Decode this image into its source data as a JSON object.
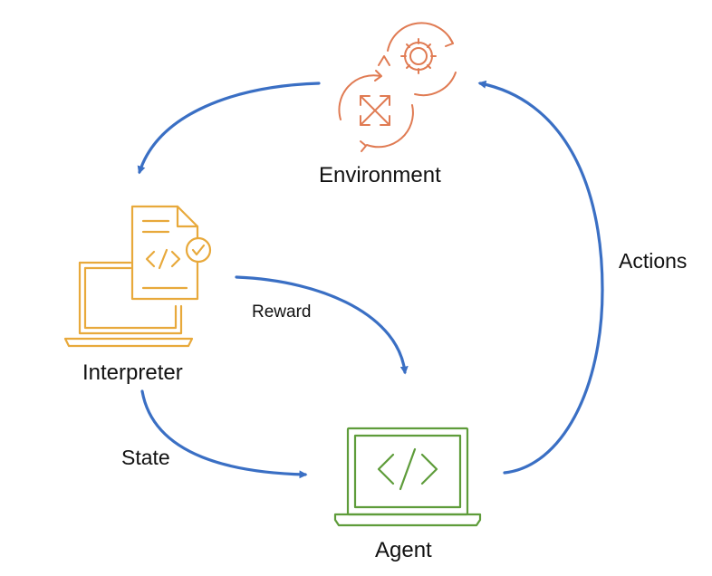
{
  "nodes": {
    "environment": {
      "label": "Environment",
      "color": "#E07B53"
    },
    "interpreter": {
      "label": "Interpreter",
      "color": "#E8A93B"
    },
    "agent": {
      "label": "Agent",
      "color": "#5E9C3A"
    }
  },
  "edges": {
    "environment_to_interpreter": {
      "label": ""
    },
    "interpreter_to_agent_reward": {
      "label": "Reward"
    },
    "interpreter_to_agent_state": {
      "label": "State"
    },
    "agent_to_environment": {
      "label": "Actions"
    }
  },
  "colors": {
    "arrow": "#3A6FC4"
  }
}
